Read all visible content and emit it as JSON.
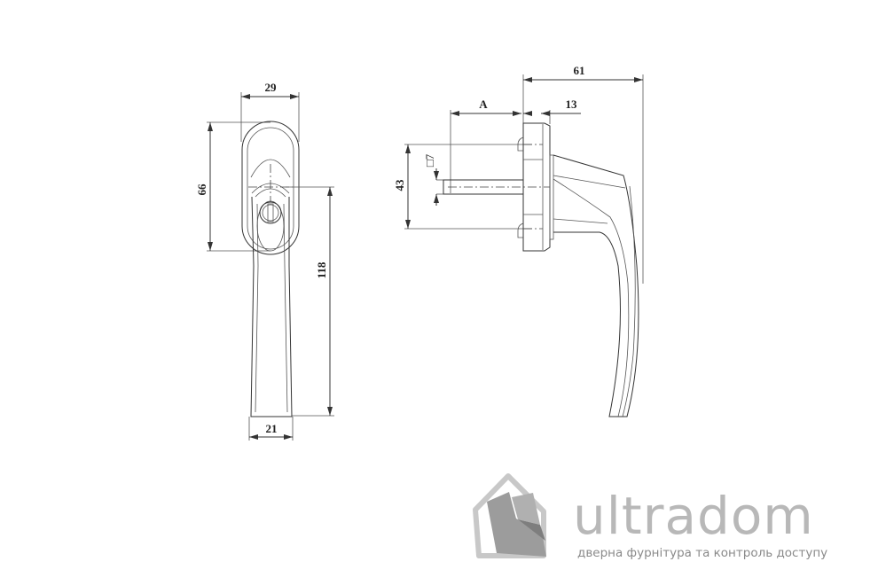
{
  "front_view": {
    "dim_width_top": "29",
    "dim_height_rose": "66",
    "dim_length_handle": "118",
    "dim_width_bottom": "21"
  },
  "side_view": {
    "dim_total_depth": "61",
    "dim_spindle_length": "A",
    "dim_rose_depth": "13",
    "dim_screw_spacing": "43",
    "dim_spindle_square": "□7"
  },
  "logo": {
    "brand": "ultradom",
    "tagline": "дверна фурнітура та контроль доступу",
    "color": "#b8b8b8"
  }
}
